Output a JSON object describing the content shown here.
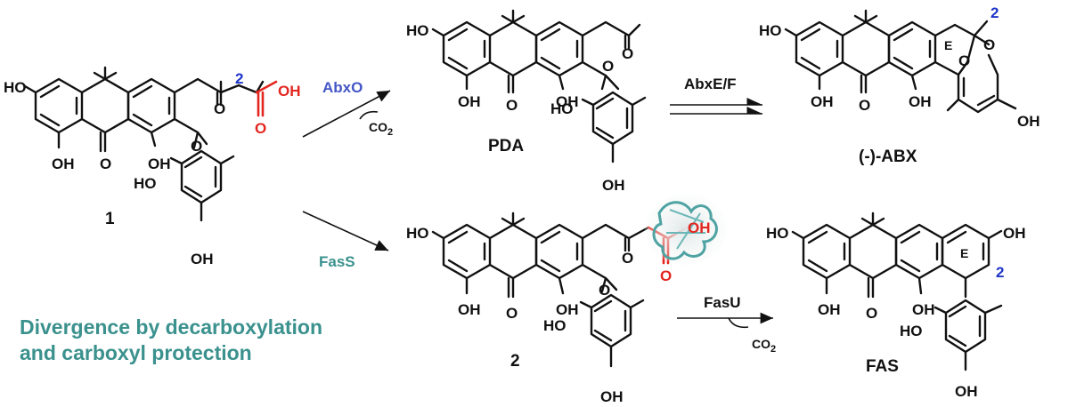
{
  "compounds": {
    "c1": "1",
    "pda": "PDA",
    "abx": "(-)-ABX",
    "c2": "2",
    "fas": "FAS"
  },
  "enzymes": {
    "abxo": "AbxO",
    "abxef": "AbxE/F",
    "fass": "FasS",
    "fasu": "FasU"
  },
  "byproducts": {
    "co2_top": "CO",
    "co2_bottom": "CO"
  },
  "atoms": {
    "ho": "HO",
    "oh": "OH",
    "o": "O",
    "e_ring": "E",
    "sub2": "2"
  },
  "position_label": "2",
  "caption_lines": [
    "Divergence by decarboxylation",
    "and carboxyl protection"
  ],
  "colors": {
    "acid_highlight": "#e3261f",
    "position_number": "#1f35c9",
    "abxo_label": "#4456c6",
    "teal_label": "#3a918d"
  }
}
